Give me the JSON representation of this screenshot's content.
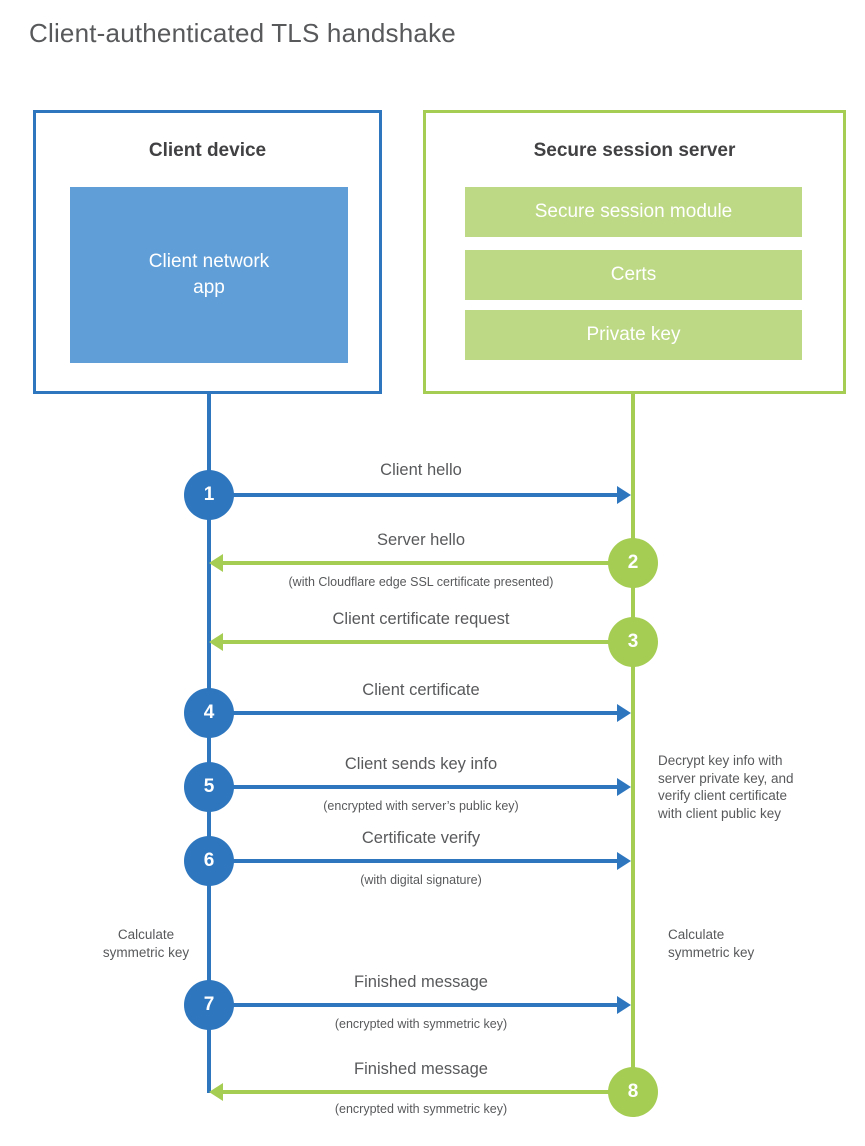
{
  "title": "Client-authenticated TLS handshake",
  "client": {
    "heading": "Client device",
    "app_label": "Client network\napp"
  },
  "server": {
    "heading": "Secure session server",
    "modules": [
      "Secure session module",
      "Certs",
      "Private key"
    ]
  },
  "steps": [
    {
      "num": "1",
      "direction": "client-to-server",
      "label": "Client hello",
      "sub": ""
    },
    {
      "num": "2",
      "direction": "server-to-client",
      "label": "Server hello",
      "sub": "(with Cloudflare edge SSL certificate presented)"
    },
    {
      "num": "3",
      "direction": "server-to-client",
      "label": "Client certificate request",
      "sub": ""
    },
    {
      "num": "4",
      "direction": "client-to-server",
      "label": "Client certificate",
      "sub": ""
    },
    {
      "num": "5",
      "direction": "client-to-server",
      "label": "Client sends key info",
      "sub": "(encrypted with server’s public key)"
    },
    {
      "num": "6",
      "direction": "client-to-server",
      "label": "Certificate verify",
      "sub": "(with digital signature)"
    },
    {
      "num": "7",
      "direction": "client-to-server",
      "label": "Finished message",
      "sub": "(encrypted with symmetric key)"
    },
    {
      "num": "8",
      "direction": "server-to-client",
      "label": "Finished message",
      "sub": "(encrypted with symmetric key)"
    }
  ],
  "notes": {
    "decrypt": "Decrypt key info with\nserver private key, and\nverify client certificate\nwith client public key",
    "calc_left": "Calculate\nsymmetric key",
    "calc_right": "Calculate\nsymmetric key"
  },
  "colors": {
    "blue_strong": "#2e77bf",
    "blue_light": "#5f9ed7",
    "green_strong": "#a5cd53",
    "green_light": "#bdd985",
    "heading_text": "#414042",
    "body_text": "#58595b"
  }
}
